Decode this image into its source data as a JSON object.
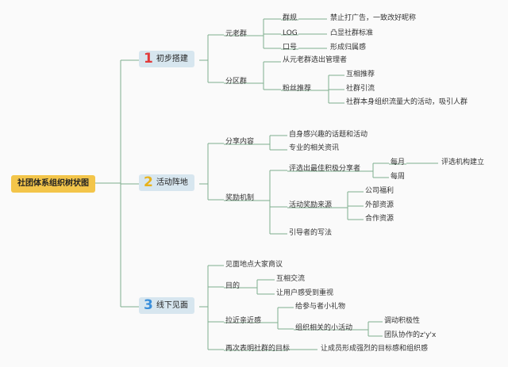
{
  "root": "社团体系组织树状图",
  "sections": [
    {
      "num": "1",
      "label": "初步搭建",
      "children": [
        {
          "label": "元老群",
          "children": [
            {
              "label": "群规",
              "children": [
                {
                  "label": "禁止打广告，一致改好昵称"
                }
              ]
            },
            {
              "label": "LOG",
              "children": [
                {
                  "label": "凸显社群标准"
                }
              ]
            },
            {
              "label": "口号",
              "children": [
                {
                  "label": "形成归属感"
                }
              ]
            }
          ]
        },
        {
          "label": "分区群",
          "children": [
            {
              "label": "从元老群选出管理者"
            },
            {
              "label": "粉丝推荐",
              "children": [
                {
                  "label": "互相推荐"
                },
                {
                  "label": "社群引流"
                },
                {
                  "label": "社群本身组织流量大的活动，吸引人群"
                }
              ]
            }
          ]
        }
      ]
    },
    {
      "num": "2",
      "label": "活动阵地",
      "children": [
        {
          "label": "分享内容",
          "children": [
            {
              "label": "自身感兴趣的话题和活动"
            },
            {
              "label": "专业的相关资讯"
            }
          ]
        },
        {
          "label": "奖励机制",
          "children": [
            {
              "label": "评选出最佳积极分享者",
              "children": [
                {
                  "label": "每月",
                  "children": [
                    {
                      "label": "评选机构建立"
                    }
                  ]
                },
                {
                  "label": "每周"
                }
              ]
            },
            {
              "label": "活动奖励来源",
              "children": [
                {
                  "label": "公司福利"
                },
                {
                  "label": "外部资源"
                },
                {
                  "label": "合作资源"
                }
              ]
            },
            {
              "label": "引导者的写法"
            }
          ]
        }
      ]
    },
    {
      "num": "3",
      "label": "线下见面",
      "children": [
        {
          "label": "见面地点大家商议"
        },
        {
          "label": "目的",
          "children": [
            {
              "label": "互相交流"
            },
            {
              "label": "让用户感受到重视"
            }
          ]
        },
        {
          "label": "拉近亲近感",
          "children": [
            {
              "label": "给参与者小礼物"
            },
            {
              "label": "组织相关的小活动",
              "children": [
                {
                  "label": "调动积极性"
                },
                {
                  "label": "团队协作的z'y'x"
                }
              ]
            }
          ]
        },
        {
          "label": "再次表明社群的目标",
          "children": [
            {
              "label": "让成员形成强烈的目标感和组织感"
            }
          ]
        }
      ]
    }
  ],
  "colors": {
    "line": "#7fae8e",
    "root_bg": "#f3c54a",
    "main_bg": "#d7e6ef"
  }
}
